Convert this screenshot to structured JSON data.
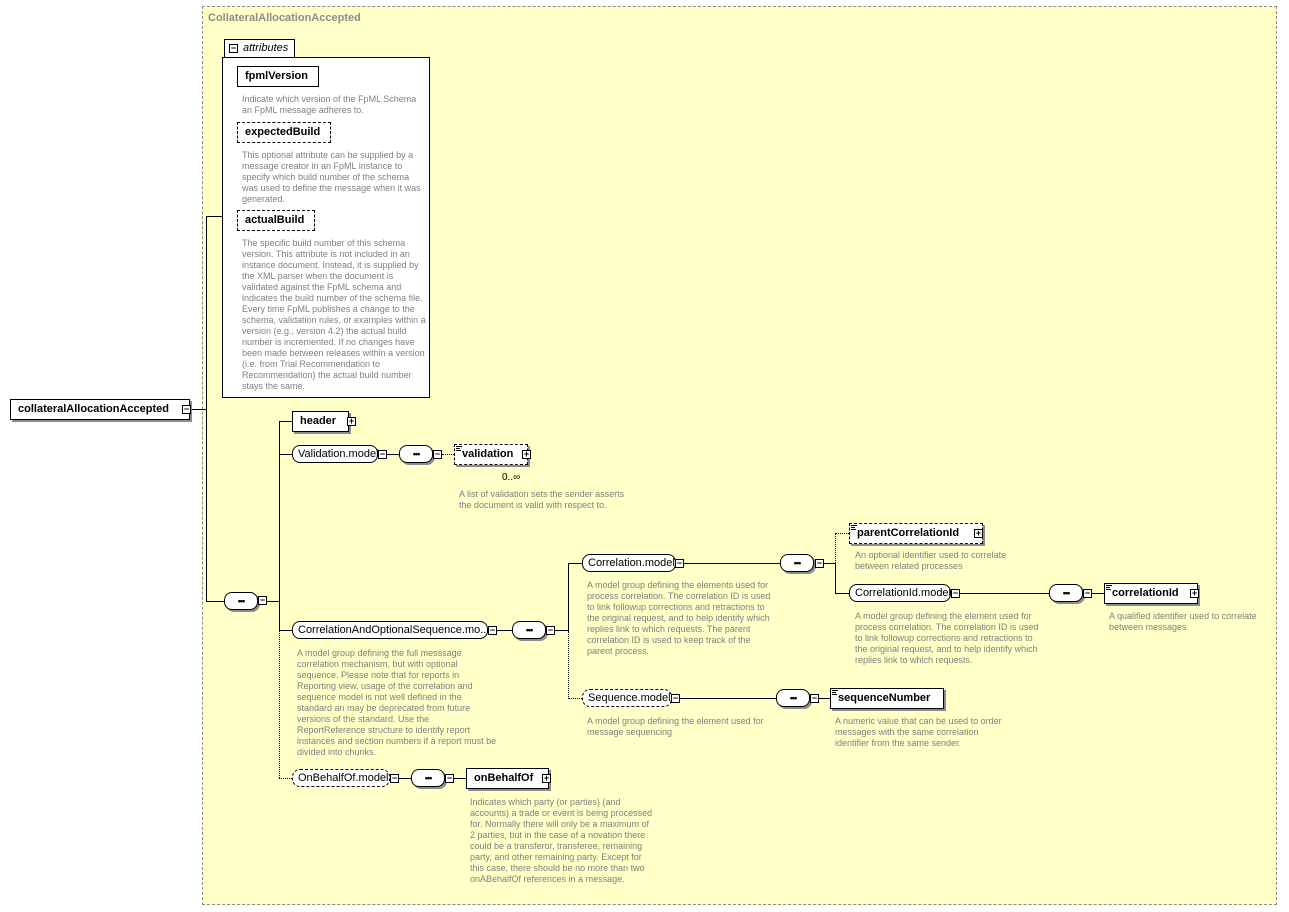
{
  "diagram": {
    "type_name": "CollateralAllocationAccepted",
    "attributes_label": "attributes",
    "root": {
      "name": "collateralAllocationAccepted"
    },
    "attributes": [
      {
        "name": "fpmlVersion",
        "description": "Indicate which version of the FpML Schema an FpML message adheres to."
      },
      {
        "name": "expectedBuild",
        "description": "This optional attribute can be supplied by a message creator in an FpML instance to specify which build number of the schema was used to define the message when it was generated."
      },
      {
        "name": "actualBuild",
        "description": "The specific build number of this schema version. This attribute is not included in an instance document. Instead, it is supplied by the XML parser when the document is validated against the FpML schema and indicates the build number of the schema file. Every time FpML publishes a change to the schema, validation rules, or examples within a version (e.g., version 4.2) the actual build number is incremented. If no changes have been made between releases within a version (i.e. from Trial Recommendation to Recommendation) the actual build number stays the same."
      }
    ],
    "header": {
      "name": "header"
    },
    "validation_model": {
      "name": "Validation.model",
      "child": "validation",
      "cardinality": "0..∞",
      "description": "A list of validation sets the sender asserts the document is valid with respect to."
    },
    "correlation_seq_model": {
      "name": "CorrelationAndOptionalSequence.mo...",
      "description": "A model group defining the full messsage correlation mechanism, but with optional sequence. Please note that for reports in Reporting view, usage of the correlation and sequence model is not well defined in the standard an may be deprecated from future versions of the standard. Use the ReportReference structure to identify report instances and section numbers if a report must be divided into chunks."
    },
    "correlation_model": {
      "name": "Correlation.model",
      "description": "A model group defining the elements used for process correlation. The correlation ID is used to link followup corrections and retractions to the original request, and to help identify which replies link to which requests. The parent correlation ID is used to keep track of the parent process."
    },
    "parent_correlation": {
      "name": "parentCorrelationId",
      "description": "An optional identifier used to correlate between related processes"
    },
    "correlationid_model": {
      "name": "CorrelationId.model",
      "description": "A model group defining the element used for process correlation. The correlation ID is used to link followup corrections and retractions to the original request, and to help identify which replies link to which requests."
    },
    "correlation_id": {
      "name": "correlationId",
      "description": "A qualified identifier used to correlate between messages"
    },
    "sequence_model": {
      "name": "Sequence.model",
      "description": "A model group defining the element used for message sequencing"
    },
    "sequence_number": {
      "name": "sequenceNumber",
      "description": "A numeric value that can be used to order messages with the same correlation identifier from the same sender."
    },
    "onbehalf_model": {
      "name": "OnBehalfOf.model",
      "child": "onBehalfOf",
      "description": "Indicates which party (or parties) (and accounts) a trade or event is being processed for. Normally there will only be a maximum of 2 parties, but in the case of a novation there could be a transferor, transferee, remaining party, and other remaining party. Except for this case, there should be no more than two onABehalfOf references in a message."
    },
    "colors": {
      "frame_bg": "#ffffc8",
      "frame_border": "#8c8c8c",
      "desc_text": "#808080"
    }
  }
}
